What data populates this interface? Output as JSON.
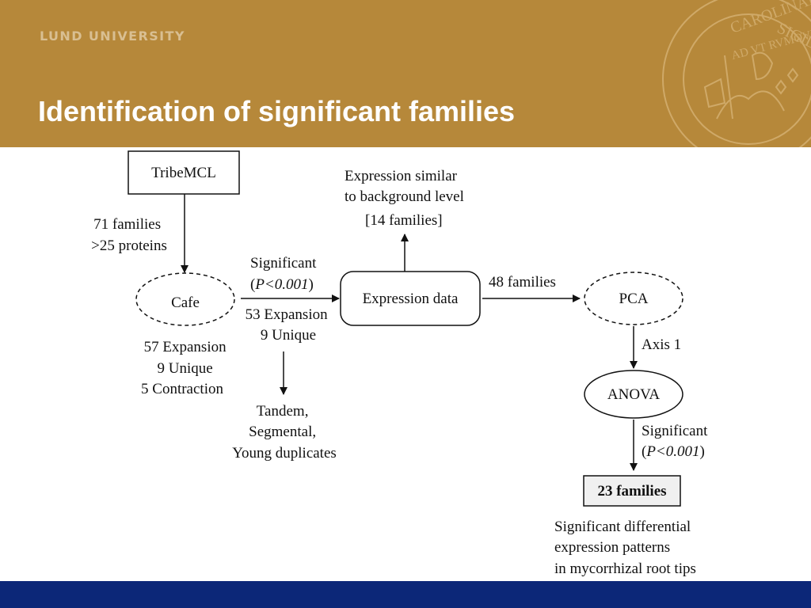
{
  "header": {
    "university": "LUND UNIVERSITY",
    "title": "Identification of significant families",
    "accent_color": "#b6883a",
    "seal_icon": "university-seal-icon"
  },
  "footer": {
    "color": "#0c2778"
  },
  "diagram": {
    "nodes": {
      "tribemcl": "TribeMCL",
      "cafe": "Cafe",
      "expression": "Expression data",
      "pca": "PCA",
      "anova": "ANOVA",
      "result": "23 families"
    },
    "labels": {
      "tribe_to_cafe": [
        "71 families",
        ">25 proteins"
      ],
      "cafe_to_expr_top": "Significant",
      "cafe_to_expr_p": "P<0.001",
      "cafe_to_expr_bottom": [
        "53 Expansion",
        "9 Unique"
      ],
      "cafe_counts": [
        "57 Expansion",
        "9 Unique",
        "5 Contraction"
      ],
      "background": [
        "Expression similar",
        "to background level",
        "[14 families]"
      ],
      "expr_to_pca": "48 families",
      "pca_to_anova": "Axis 1",
      "anova_to_result_top": "Significant",
      "anova_to_result_p": "P<0.001",
      "duplicates": [
        "Tandem,",
        "Segmental,",
        "Young duplicates"
      ],
      "result_note": [
        "Significant differential",
        "expression patterns",
        "in mycorrhizal root tips"
      ]
    }
  }
}
